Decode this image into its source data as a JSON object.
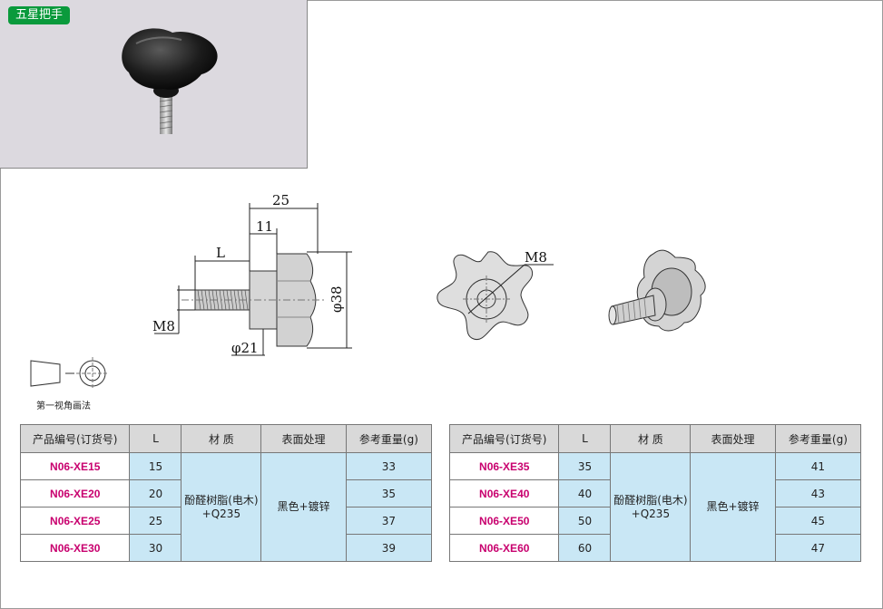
{
  "product_tag": "五星把手",
  "drawing": {
    "dim_25": "25",
    "dim_11": "11",
    "dim_L": "L",
    "dim_M8_side": "M8",
    "dim_phi38": "φ38",
    "dim_phi21": "φ21",
    "dim_M8_front": "M8"
  },
  "view_caption": "第一视角画法",
  "headers": {
    "code": "产品编号(订货号)",
    "L": "L",
    "material": "材  质",
    "surface": "表面处理",
    "weight": "参考重量(g)"
  },
  "material_line1": "酚醛树脂(电木)",
  "material_line2": "+Q235",
  "surface": "黑色+镀锌",
  "table_left": [
    {
      "code": "N06-XE15",
      "L": "15",
      "weight": "33"
    },
    {
      "code": "N06-XE20",
      "L": "20",
      "weight": "35"
    },
    {
      "code": "N06-XE25",
      "L": "25",
      "weight": "37"
    },
    {
      "code": "N06-XE30",
      "L": "30",
      "weight": "39"
    }
  ],
  "table_right": [
    {
      "code": "N06-XE35",
      "L": "35",
      "weight": "41"
    },
    {
      "code": "N06-XE40",
      "L": "40",
      "weight": "43"
    },
    {
      "code": "N06-XE50",
      "L": "50",
      "weight": "45"
    },
    {
      "code": "N06-XE60",
      "L": "60",
      "weight": "47"
    }
  ]
}
